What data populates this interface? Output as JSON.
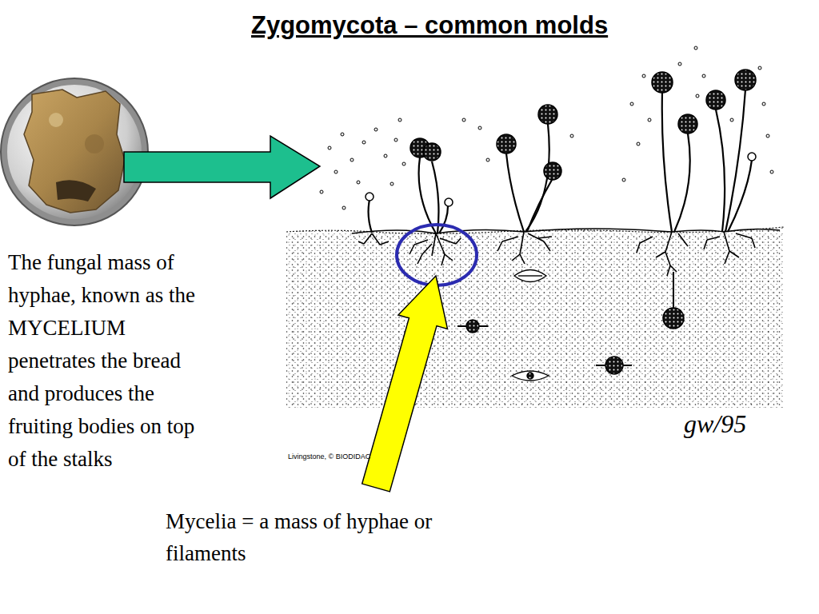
{
  "diagram": {
    "title": "Zygomycota – common molds",
    "labels": [
      "The fungal mass of hyphae, known as the MYCELIUM penetrates the bread and produces the fruiting bodies on top of the stalks",
      "Mycelia = a mass of hyphae or filaments",
      "Livingstone, © BIODIDAC",
      "gw/95"
    ]
  }
}
